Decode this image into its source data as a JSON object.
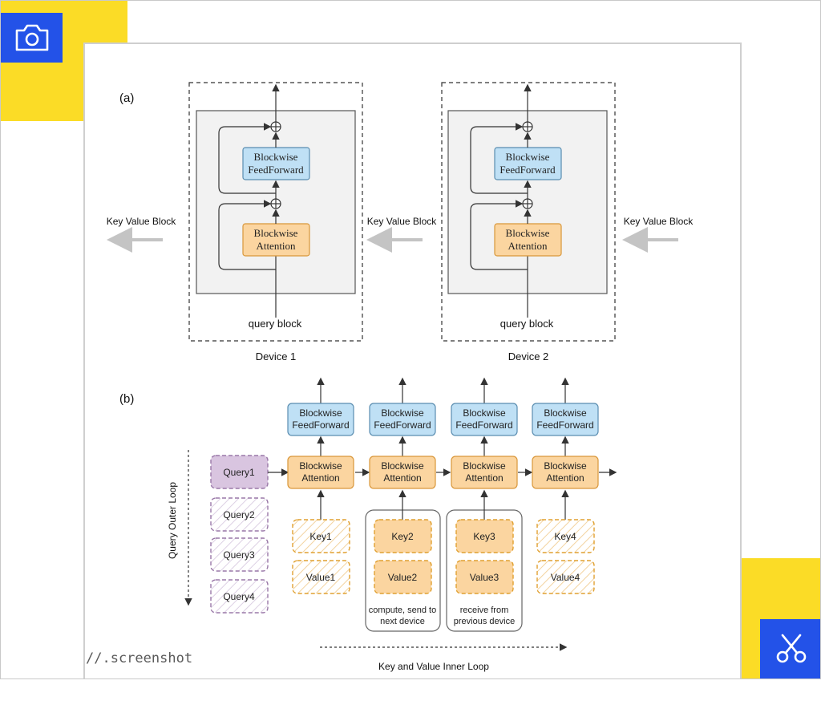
{
  "colors": {
    "brand_blue": "#2352e8",
    "brand_yellow": "#fbdc26",
    "attention_fill": "#fbd5a0",
    "attention_stroke": "#d9973a",
    "feedforward_fill": "#bfe0f5",
    "feedforward_stroke": "#5a8db0",
    "query_fill": "#d9c5e0",
    "query_stroke": "#9a78a8"
  },
  "icons": {
    "top_left": "camera-icon",
    "bottom_right": "scissors-icon"
  },
  "watermark": "//.screenshot",
  "figure": {
    "panel_a": {
      "label": "(a)",
      "kv_label": "Key Value Block",
      "block_ff_line1": "Blockwise",
      "block_ff_line2": "FeedForward",
      "block_attn_line1": "Blockwise",
      "block_attn_line2": "Attention",
      "query_label": "query block",
      "devices": [
        "Device 1",
        "Device 2"
      ]
    },
    "panel_b": {
      "label": "(b)",
      "ff_line1": "Blockwise",
      "ff_line2": "FeedForward",
      "attn_line1": "Blockwise",
      "attn_line2": "Attention",
      "queries": [
        "Query1",
        "Query2",
        "Query3",
        "Query4"
      ],
      "keys": [
        "Key1",
        "Key2",
        "Key3",
        "Key4"
      ],
      "values": [
        "Value1",
        "Value2",
        "Value3",
        "Value4"
      ],
      "outer_loop_label": "Query Outer Loop",
      "inner_loop_label": "Key and Value Inner Loop",
      "compute_note_line1": "compute, send to",
      "compute_note_line2": "next device",
      "receive_note_line1": "receive from",
      "receive_note_line2": "previous device"
    }
  }
}
